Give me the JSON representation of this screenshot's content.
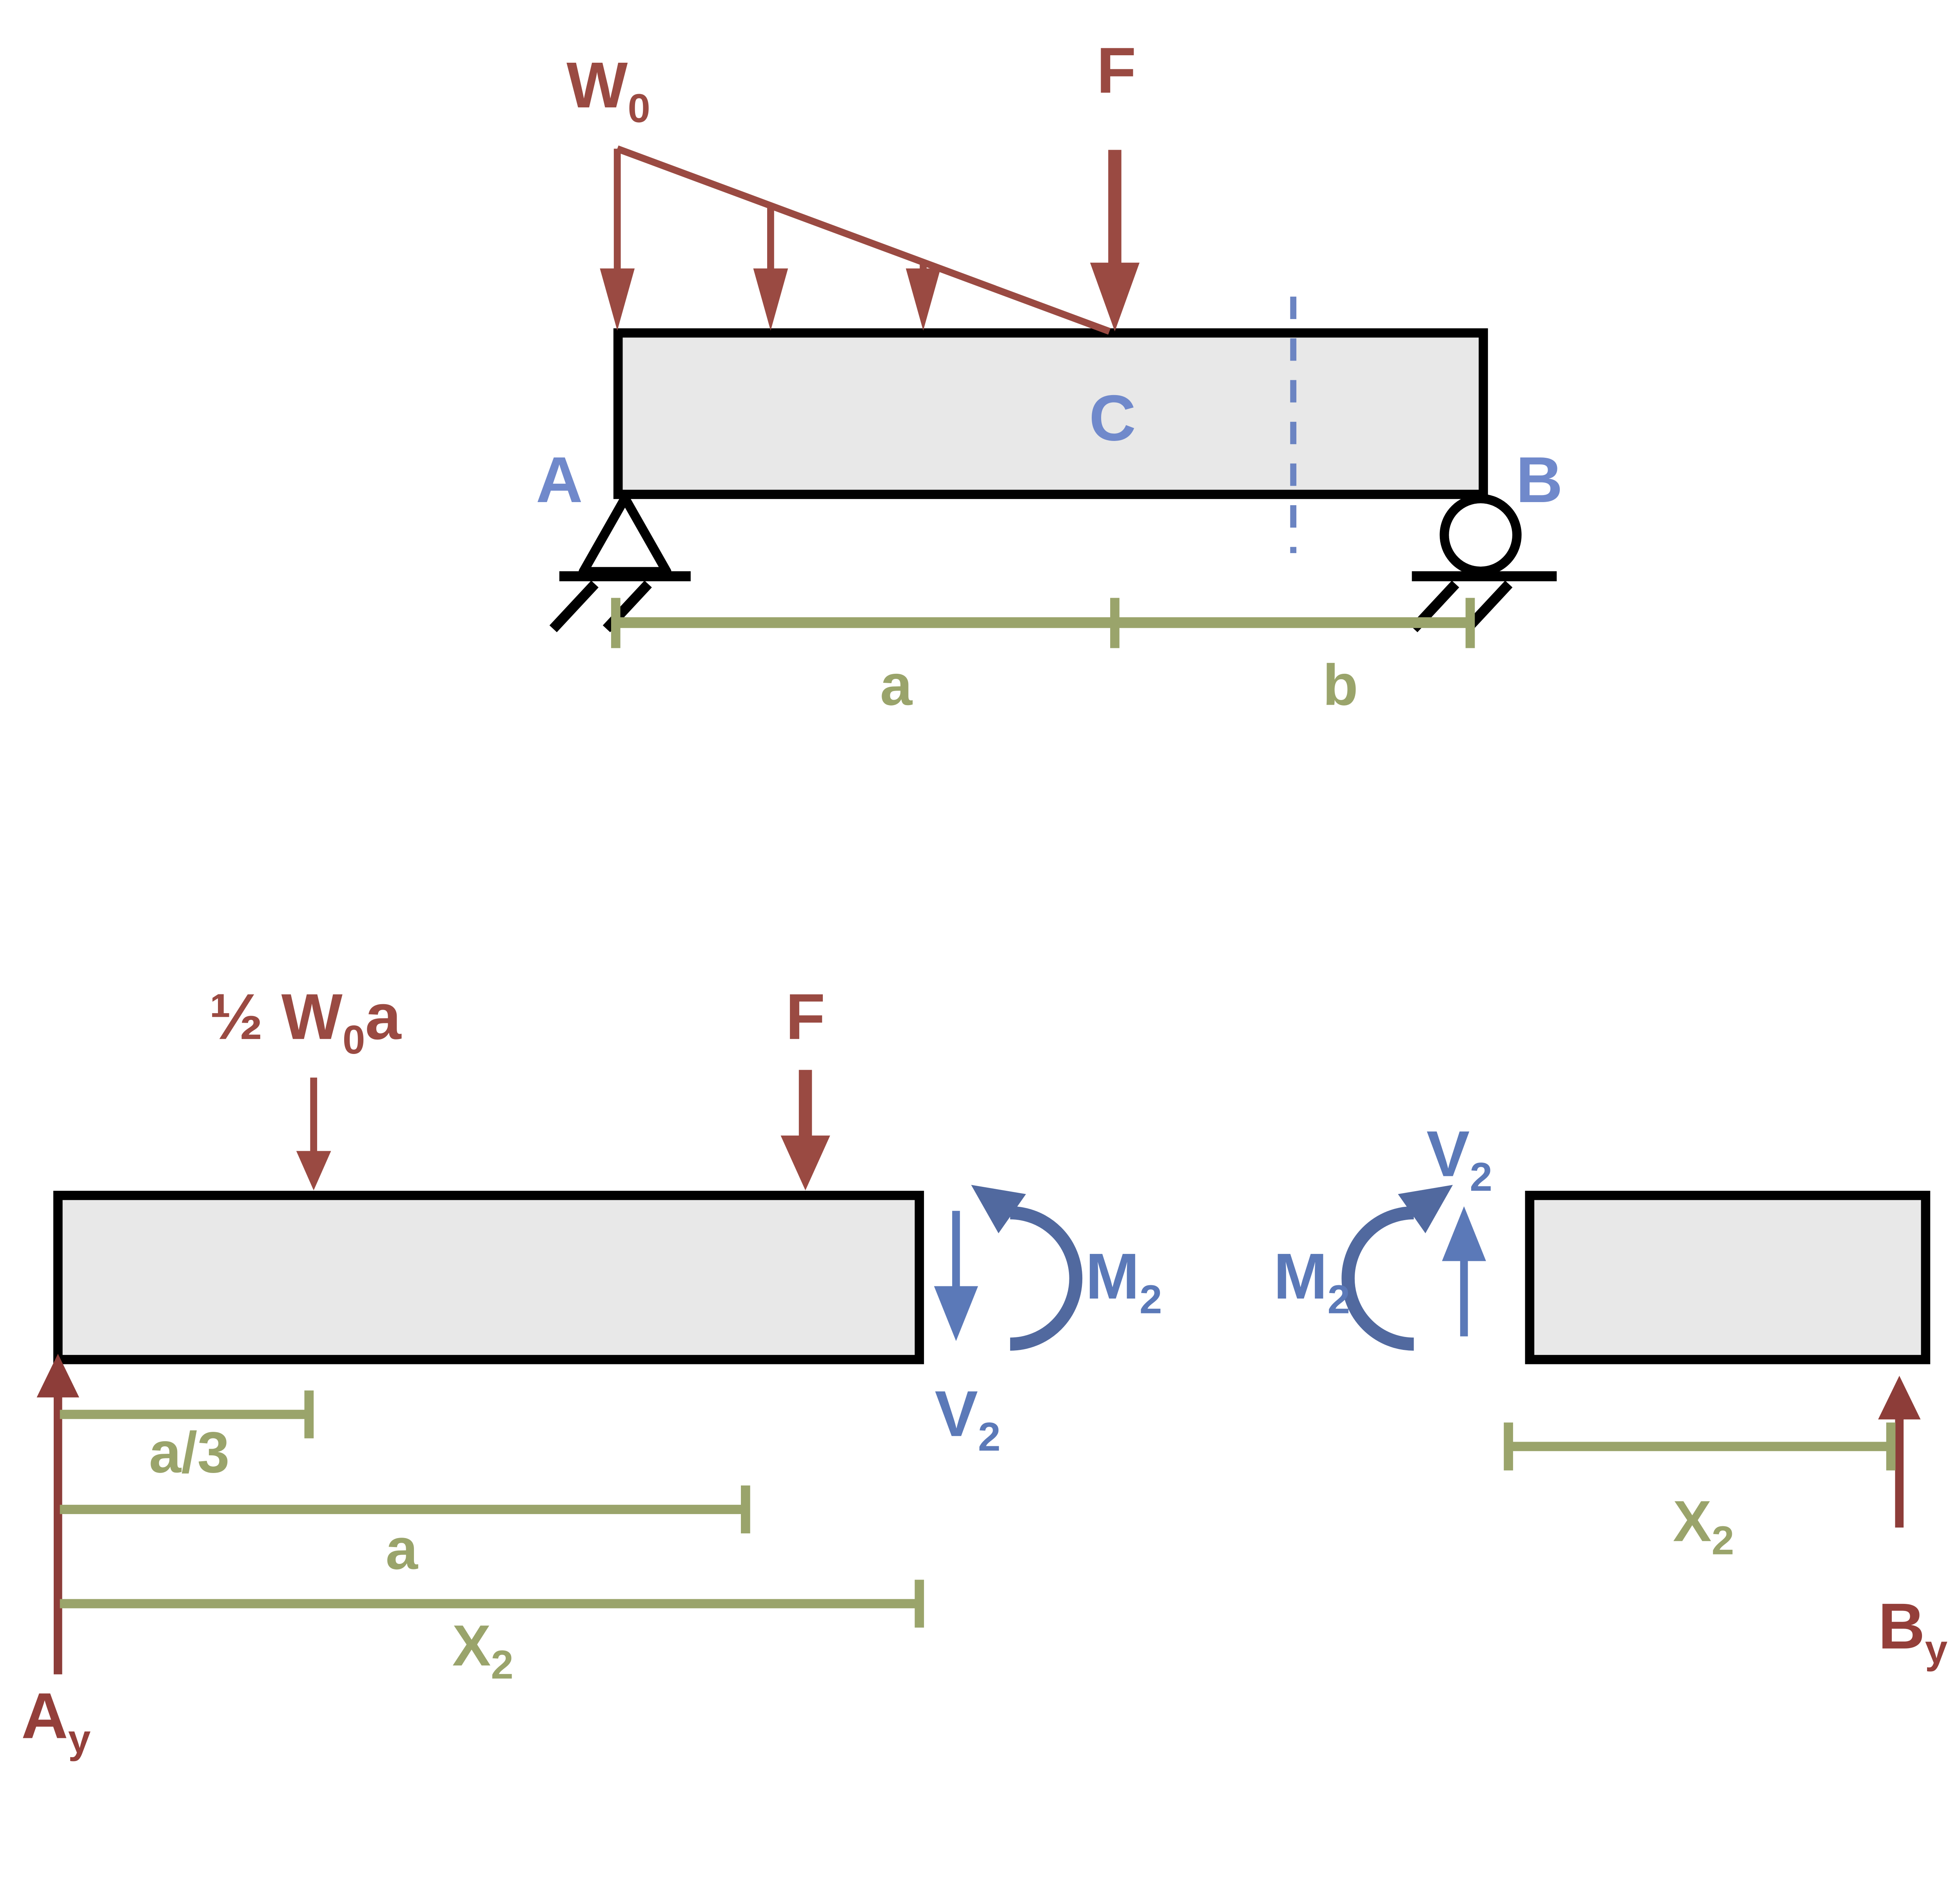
{
  "colors": {
    "load_red": "#9a4a42",
    "reaction_red": "#8d3d39",
    "label_blue": "#7089cb",
    "internal_blue": "#5b79b8",
    "moment_blue": "#51699f",
    "dimension_olive": "#9aa46b",
    "section_dash_blue": "#6b84c2",
    "beam_fill": "#e8e8e8",
    "beam_border": "#000000",
    "background": "#ffffff"
  },
  "top_diagram": {
    "distributed_load": {
      "main": "W",
      "sub": "0"
    },
    "point_force": "F",
    "section_point": "C",
    "support_left": "A",
    "support_right": "B",
    "dim_left": "a",
    "dim_right": "b"
  },
  "left_fbd": {
    "resultant": {
      "pre": "½ W",
      "sub": "0",
      "post": "a"
    },
    "point_force": "F",
    "shear": {
      "main": "V",
      "sub": "2"
    },
    "moment": {
      "main": "M",
      "sub": "2"
    },
    "dim_a_third": "a/3",
    "dim_a": "a",
    "dim_x": {
      "main": "X",
      "sub": "2"
    },
    "reaction": {
      "main": "A",
      "sub": "y"
    }
  },
  "right_fbd": {
    "shear": {
      "main": "V",
      "sub": "2"
    },
    "moment": {
      "main": "M",
      "sub": "2"
    },
    "dim_x": {
      "main": "X",
      "sub": "2"
    },
    "reaction": {
      "main": "B",
      "sub": "y"
    }
  }
}
